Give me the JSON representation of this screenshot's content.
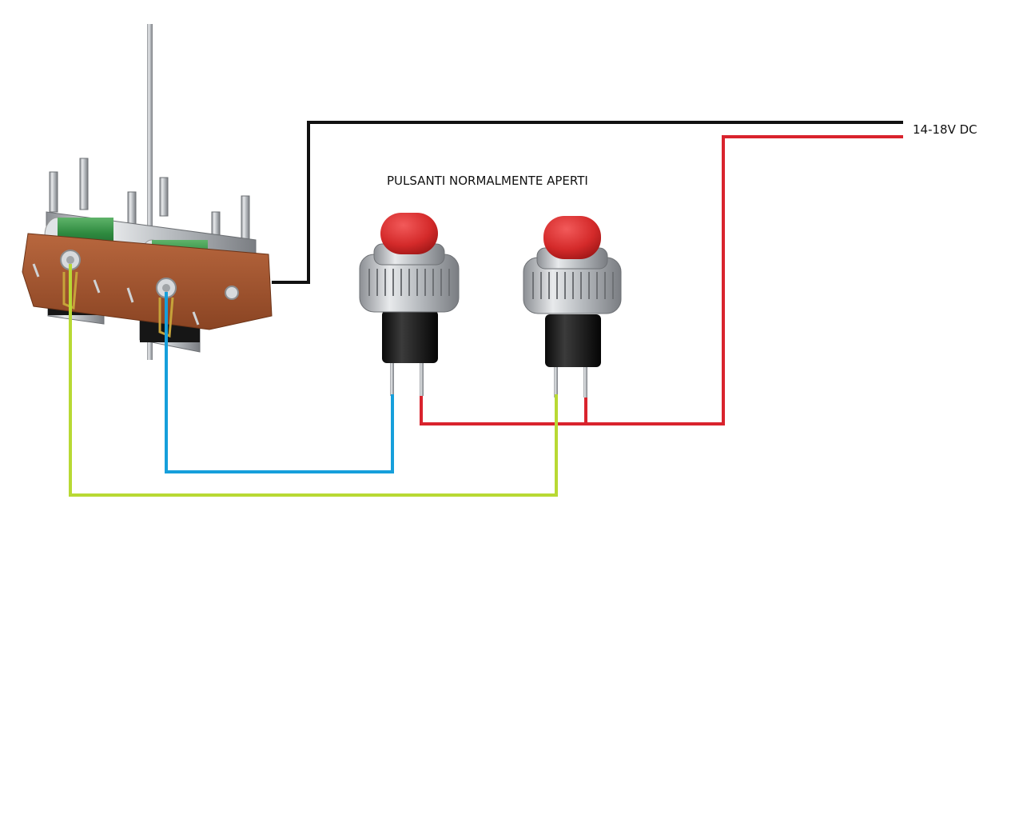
{
  "labels": {
    "supply": "14-18V DC",
    "buttons": "PULSANTI NORMALMENTE APERTI"
  },
  "wire_colors": {
    "common": "#111111",
    "positive": "#d9232d",
    "coil_a": "#b8d934",
    "coil_b": "#169fdb"
  },
  "components": {
    "motor": "twin-coil-point-motor",
    "buttons": [
      "red-push-button",
      "red-push-button"
    ]
  }
}
